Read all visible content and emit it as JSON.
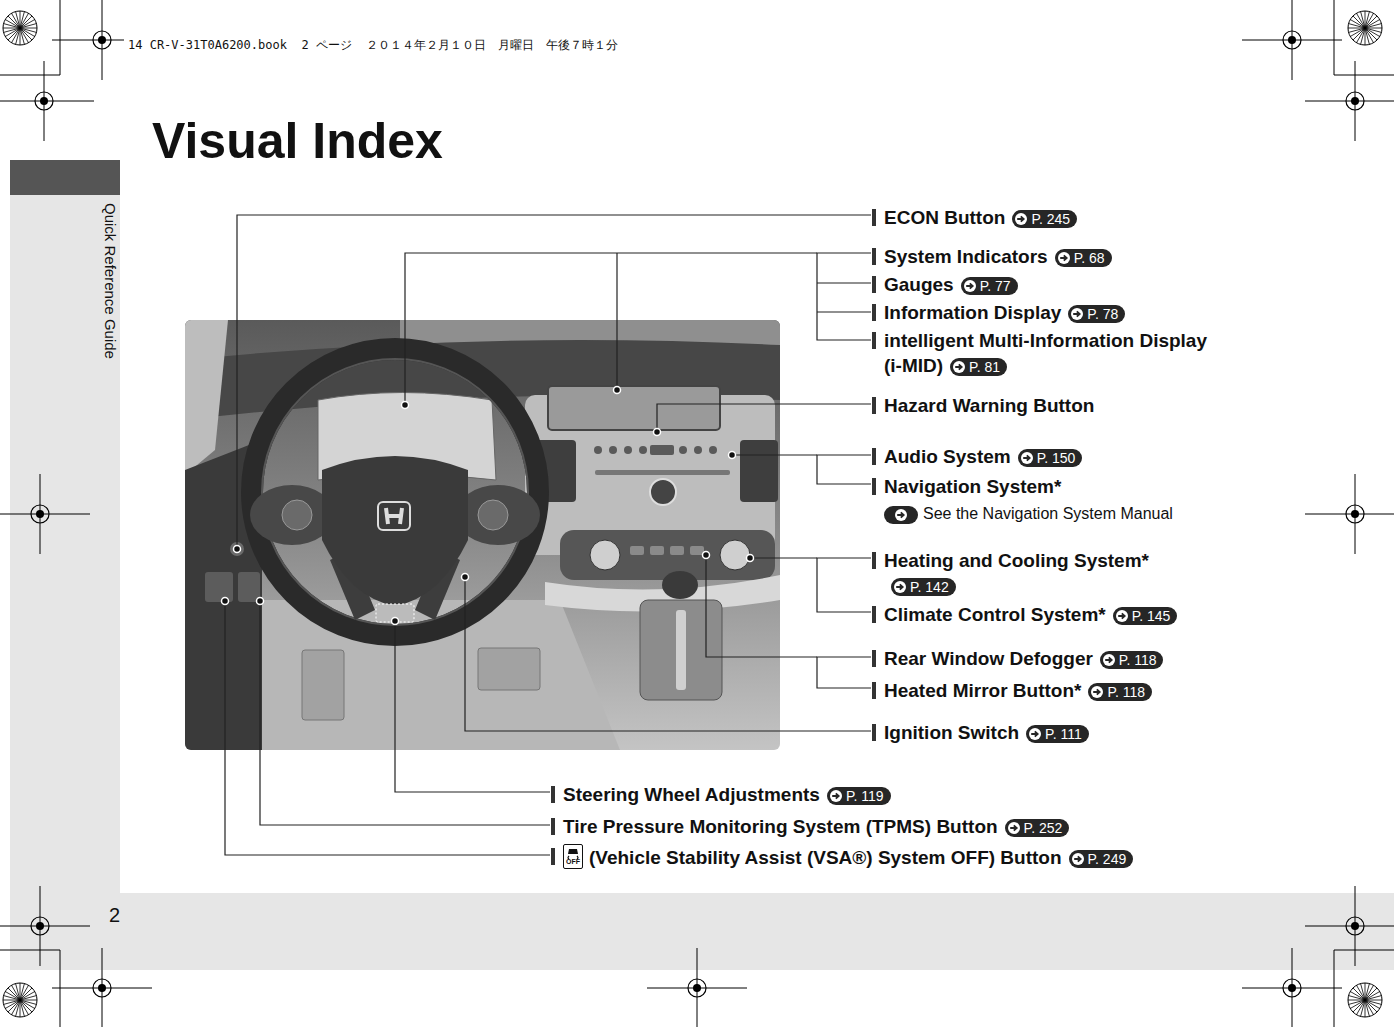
{
  "diagram": {
    "title": "Visual Index",
    "nodes": [
      {
        "text": [
          "P. 245"
        ]
      },
      {
        "text": [
          "P. 68"
        ]
      },
      {
        "text": [
          "P. 77"
        ]
      },
      {
        "text": [
          "P. 78"
        ]
      },
      {
        "text": [
          "P. 81"
        ]
      },
      {
        "text": [
          "P. 150"
        ]
      },
      {
        "text": [
          "P. 142"
        ]
      },
      {
        "text": [
          "P. 145"
        ]
      },
      {
        "text": [
          "P. 118"
        ]
      },
      {
        "text": [
          "P. 118"
        ]
      },
      {
        "text": [
          "P. 111"
        ]
      },
      {
        "text": [
          "P. 119"
        ]
      },
      {
        "text": [
          "P. 252"
        ]
      },
      {
        "text": [
          "P. 249"
        ]
      }
    ],
    "labels": [
      "14 CR-V-31T0A6200.book  2 ページ  ２０１４年２月１０日　月曜日　午後７時１分",
      "Quick Reference Guide",
      "ECON Button",
      "System Indicators",
      "Gauges",
      "Information Display",
      "intelligent Multi-Information Display (i-MID)",
      "Hazard Warning Button",
      "Audio System",
      "Navigation System*",
      "See the Navigation System Manual",
      "Heating and Cooling System*",
      "Climate Control System*",
      "Rear Window Defogger",
      "Heated Mirror Button*",
      "Ignition Switch",
      "Steering Wheel Adjustments",
      "Tire Pressure Monitoring System (TPMS) Button",
      "OFF",
      "(Vehicle Stability Assist (VSA®) System OFF) Button",
      "2"
    ]
  }
}
